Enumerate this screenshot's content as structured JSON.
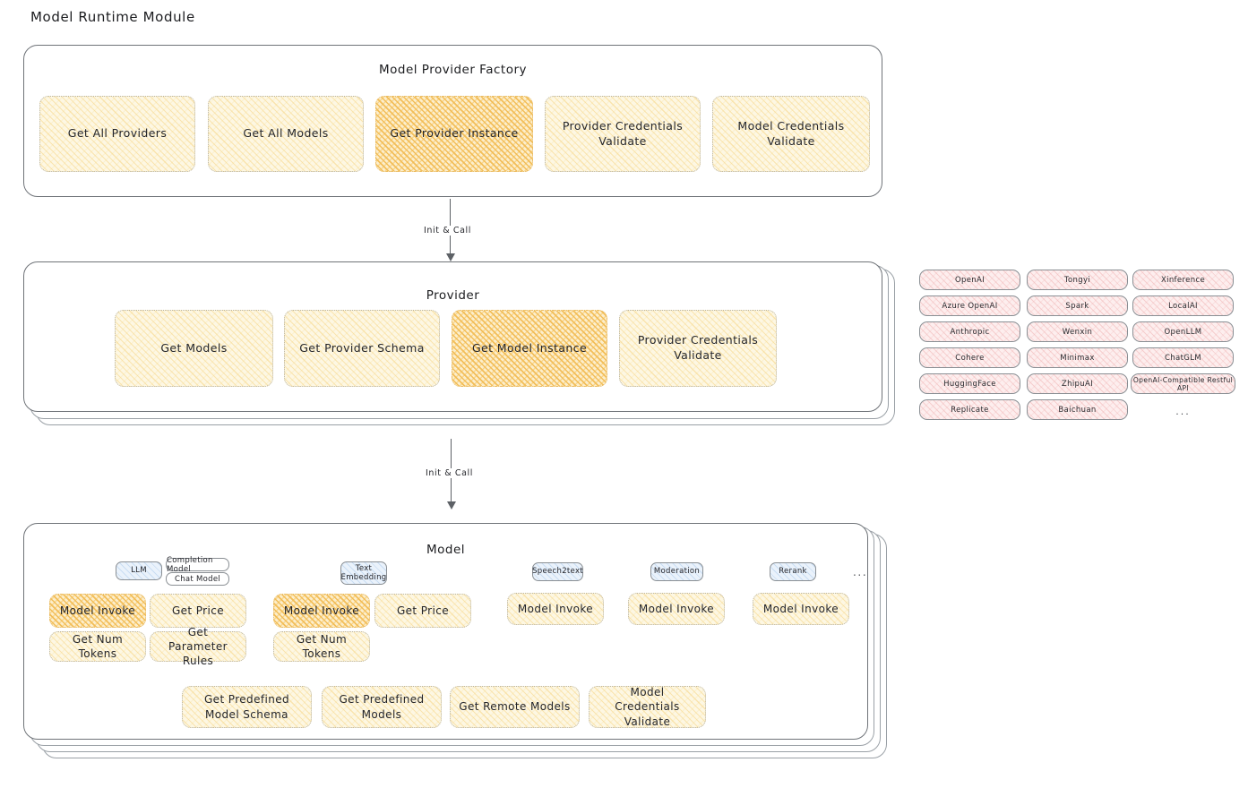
{
  "page": {
    "title": "Model Runtime Module"
  },
  "sections": {
    "factory": {
      "title": "Model Provider Factory",
      "boxes": [
        {
          "label": "Get All Providers",
          "highlighted": false
        },
        {
          "label": "Get All Models",
          "highlighted": false
        },
        {
          "label": "Get Provider Instance",
          "highlighted": true
        },
        {
          "label": "Provider Credentials Validate",
          "highlighted": false
        },
        {
          "label": "Model Credentials Validate",
          "highlighted": false
        }
      ]
    },
    "provider": {
      "title": "Provider",
      "boxes": [
        {
          "label": "Get Models",
          "highlighted": false
        },
        {
          "label": "Get Provider Schema",
          "highlighted": false
        },
        {
          "label": "Get Model Instance",
          "highlighted": true
        },
        {
          "label": "Provider Credentials Validate",
          "highlighted": false
        }
      ]
    },
    "model": {
      "title": "Model",
      "types": [
        {
          "label": "LLM",
          "sub": [
            "Completion Model",
            "Chat Model"
          ]
        },
        {
          "label": "Text Embedding",
          "sub": []
        },
        {
          "label": "Speech2text",
          "sub": []
        },
        {
          "label": "Moderation",
          "sub": []
        },
        {
          "label": "Rerank",
          "sub": []
        }
      ],
      "types_more": "...",
      "methods": [
        {
          "label": "Model Invoke",
          "highlighted": true
        },
        {
          "label": "Get Price",
          "highlighted": false
        },
        {
          "label": "Get Num Tokens",
          "highlighted": false
        },
        {
          "label": "Get Parameter Rules",
          "highlighted": false
        },
        {
          "label": "Model Invoke",
          "highlighted": true
        },
        {
          "label": "Get Price",
          "highlighted": false
        },
        {
          "label": "Get Num Tokens",
          "highlighted": false
        },
        {
          "label": "Model Invoke",
          "highlighted": false
        },
        {
          "label": "Model Invoke",
          "highlighted": false
        },
        {
          "label": "Model Invoke",
          "highlighted": false
        }
      ],
      "shared_methods": [
        {
          "label": "Get Predefined Model Schema"
        },
        {
          "label": "Get Predefined Models"
        },
        {
          "label": "Get Remote Models"
        },
        {
          "label": "Model Credentials Validate"
        }
      ]
    }
  },
  "arrows": [
    {
      "label": "Init & Call"
    },
    {
      "label": "Init & Call"
    }
  ],
  "provider_list": [
    {
      "label": "OpenAI"
    },
    {
      "label": "Tongyi"
    },
    {
      "label": "Xinference"
    },
    {
      "label": "Azure OpenAI"
    },
    {
      "label": "Spark"
    },
    {
      "label": "LocalAI"
    },
    {
      "label": "Anthropic"
    },
    {
      "label": "Wenxin"
    },
    {
      "label": "OpenLLM"
    },
    {
      "label": "Cohere"
    },
    {
      "label": "Minimax"
    },
    {
      "label": "ChatGLM"
    },
    {
      "label": "HuggingFace"
    },
    {
      "label": "ZhipuAI"
    },
    {
      "label": "OpenAI-Compatible Restful API"
    },
    {
      "label": "Replicate"
    },
    {
      "label": "Baichuan"
    },
    {
      "label": "..."
    }
  ],
  "colors": {
    "highlight_fill": "#fceecb",
    "normal_fill": "#fdf7e3",
    "provider_chip_fill": "#fdeeee",
    "model_type_chip_fill": "#eaf2fb",
    "border": "#6f7378",
    "text": "#1f2023"
  }
}
